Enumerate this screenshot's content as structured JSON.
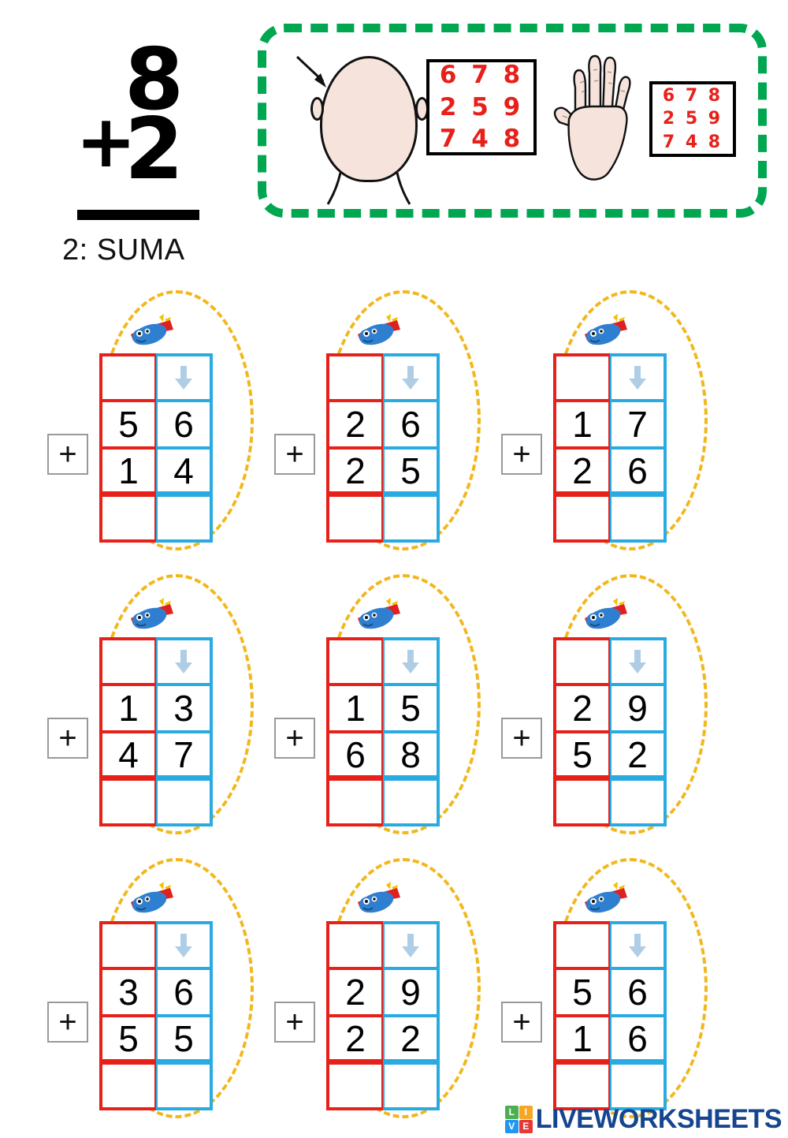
{
  "colors": {
    "red": "#E8201A",
    "blue": "#29ABE2",
    "green_dash": "#00A650",
    "yellow_dash": "#F2B71C",
    "arrow_blue": "#AFCDE5",
    "watermark_navy": "#15458F",
    "skin": "#F6E4DC"
  },
  "logo_sum": {
    "plus": "+",
    "top_digit": "8",
    "bottom_digit": "2"
  },
  "header": {
    "head_icon": "head-icon",
    "arrow_icon": "arrow-pointing-to-head-icon",
    "hand_icon": "open-hand-icon",
    "big_box": {
      "rows": [
        "6 7 8",
        "2 5 9",
        "7 4 8"
      ]
    },
    "small_box": {
      "rows": [
        "6 7 8",
        "2 5 9",
        "7 4 8"
      ]
    }
  },
  "section": {
    "title": "2: SUMA"
  },
  "exercises": [
    {
      "id": 1,
      "operator": "+",
      "carry_tens": "",
      "carry_ones": "arrow",
      "addend1": {
        "tens": "5",
        "ones": "6"
      },
      "addend2": {
        "tens": "1",
        "ones": "4"
      },
      "sum": {
        "tens": "",
        "ones": ""
      }
    },
    {
      "id": 2,
      "operator": "+",
      "carry_tens": "",
      "carry_ones": "arrow",
      "addend1": {
        "tens": "2",
        "ones": "6"
      },
      "addend2": {
        "tens": "2",
        "ones": "5"
      },
      "sum": {
        "tens": "",
        "ones": ""
      }
    },
    {
      "id": 3,
      "operator": "+",
      "carry_tens": "",
      "carry_ones": "arrow",
      "addend1": {
        "tens": "1",
        "ones": "7"
      },
      "addend2": {
        "tens": "2",
        "ones": "6"
      },
      "sum": {
        "tens": "",
        "ones": ""
      }
    },
    {
      "id": 4,
      "operator": "+",
      "carry_tens": "",
      "carry_ones": "arrow",
      "addend1": {
        "tens": "1",
        "ones": "3"
      },
      "addend2": {
        "tens": "4",
        "ones": "7"
      },
      "sum": {
        "tens": "",
        "ones": ""
      }
    },
    {
      "id": 5,
      "operator": "+",
      "carry_tens": "",
      "carry_ones": "arrow",
      "addend1": {
        "tens": "1",
        "ones": "5"
      },
      "addend2": {
        "tens": "6",
        "ones": "8"
      },
      "sum": {
        "tens": "",
        "ones": ""
      }
    },
    {
      "id": 6,
      "operator": "+",
      "carry_tens": "",
      "carry_ones": "arrow",
      "addend1": {
        "tens": "2",
        "ones": "9"
      },
      "addend2": {
        "tens": "5",
        "ones": "2"
      },
      "sum": {
        "tens": "",
        "ones": ""
      }
    },
    {
      "id": 7,
      "operator": "+",
      "carry_tens": "",
      "carry_ones": "arrow",
      "addend1": {
        "tens": "3",
        "ones": "6"
      },
      "addend2": {
        "tens": "5",
        "ones": "5"
      },
      "sum": {
        "tens": "",
        "ones": ""
      }
    },
    {
      "id": 8,
      "operator": "+",
      "carry_tens": "",
      "carry_ones": "arrow",
      "addend1": {
        "tens": "2",
        "ones": "9"
      },
      "addend2": {
        "tens": "2",
        "ones": "2"
      },
      "sum": {
        "tens": "",
        "ones": ""
      }
    },
    {
      "id": 9,
      "operator": "+",
      "carry_tens": "",
      "carry_ones": "arrow",
      "addend1": {
        "tens": "5",
        "ones": "6"
      },
      "addend2": {
        "tens": "1",
        "ones": "6"
      },
      "sum": {
        "tens": "",
        "ones": ""
      }
    }
  ],
  "watermark": {
    "tiles": [
      "L",
      "I",
      "V",
      "E"
    ],
    "wordmark": "LIVEWORKSHEETS"
  }
}
